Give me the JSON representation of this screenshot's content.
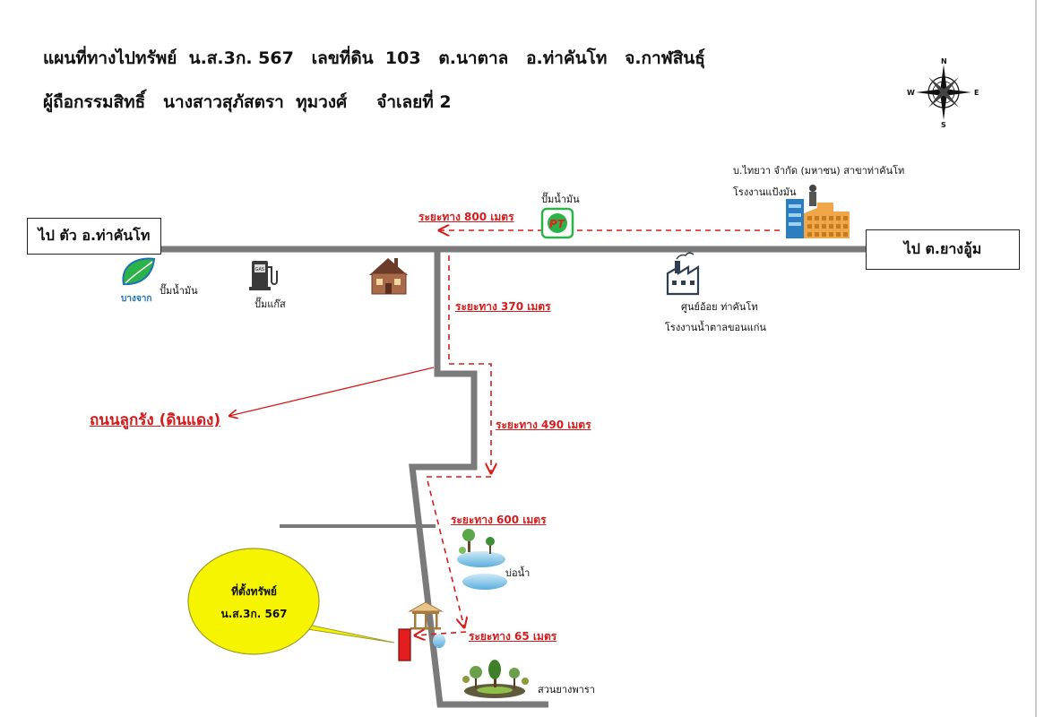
{
  "header": {
    "title_line1": "แผนที่ทางไปทรัพย์  น.ส.3ก. 567   เลขที่ดิน  103   ต.นาตาล   อ.ท่าคันโท   จ.กาฬสินธุ์",
    "title_line2": "ผู้ถือกรรมสิทธิ์   นางสาวสุภัสตรา  ทุมวงศ์     จำเลยที่ 2"
  },
  "compass": {
    "n": "N",
    "s": "S",
    "e": "E",
    "w": "W"
  },
  "destinations": {
    "left": "ไป ตัว อ.ท่าคันโท",
    "right": "ไป ต.ยางอู้ม"
  },
  "landmarks": {
    "bangchak_brand": "บางจาก",
    "bangchak_label": "ปั๊มน้ำมัน",
    "gas_label": "ปั๊มแก๊ส",
    "gas_icon_text": "GAS",
    "pt_label": "ปั๊มน้ำมัน",
    "pt_icon_text": "PT",
    "factory1_line1": "บ.ไทยวา จำกัด (มหาชน) สาขาท่าคันโท",
    "factory1_line2": "โรงงานแป้งมัน",
    "factory2_line1": "ศูนย์อ้อย  ท่าคันโท",
    "factory2_line2": "โรงงานน้ำตาลขอนแก่น",
    "pond_label": "บ่อน้ำ",
    "rubber_label": "สวนยางพารา"
  },
  "distances": {
    "d800": "ระยะทาง  800 เมตร",
    "d370": "ระยะทาง  370  เมตร",
    "d490": "ระยะทาง  490  เมตร",
    "d600": "ระยะทาง  600  เมตร",
    "d65": "ระยะทาง  65 เมตร"
  },
  "road_label": "ถนนลูกรัง (ดินแดง)",
  "callout": {
    "line1": "ที่ตั้งทรัพย์",
    "line2": "น.ส.3ก. 567"
  },
  "colors": {
    "road": "#7a7a7a",
    "route": "#d51c1c",
    "callout": "#f7f400",
    "property": "#e41e1e"
  }
}
